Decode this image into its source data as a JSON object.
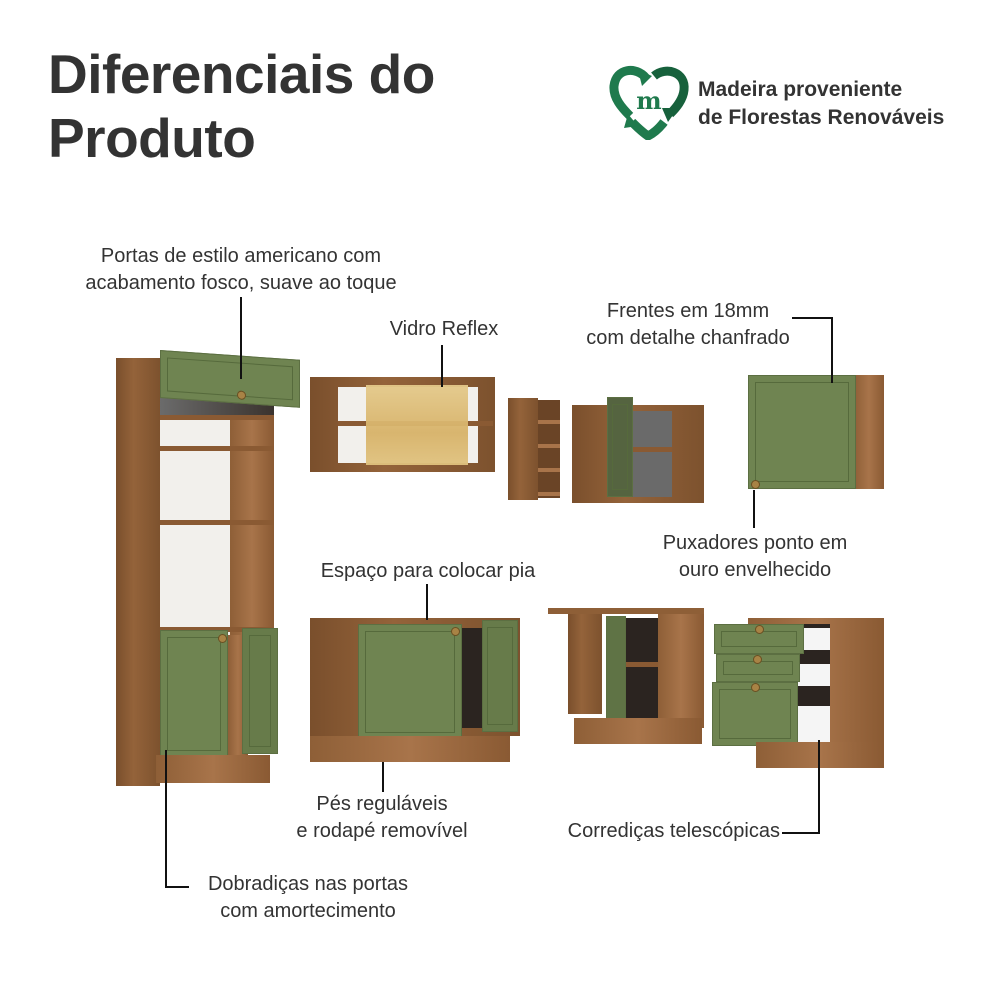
{
  "header": {
    "title_line1": "Diferenciais do",
    "title_line2": "Produto"
  },
  "badge": {
    "icon": "recycle-heart-m-logo",
    "line1": "Madeira proveniente",
    "line2": "de Florestas Renováveis",
    "color": "#1f7a4d"
  },
  "callouts": {
    "portas": {
      "line1": "Portas de estilo americano com",
      "line2": "acabamento fosco, suave ao toque"
    },
    "vidro": {
      "line1": "Vidro Reflex"
    },
    "frentes": {
      "line1": "Frentes em 18mm",
      "line2": "com detalhe chanfrado"
    },
    "puxadores": {
      "line1": "Puxadores ponto em",
      "line2": "ouro envelhecido"
    },
    "espaco": {
      "line1": "Espaço para colocar pia"
    },
    "pes": {
      "line1": "Pés reguláveis",
      "line2": "e rodapé removível"
    },
    "corredicas": {
      "line1": "Corrediças telescópicas"
    },
    "dobradicas": {
      "line1": "Dobradiças nas portas",
      "line2": "com amortecimento"
    }
  },
  "colors": {
    "text": "#333333",
    "door_green": "#6f8451",
    "wood": "#8e5f37",
    "logo_green": "#1f7a4d"
  }
}
